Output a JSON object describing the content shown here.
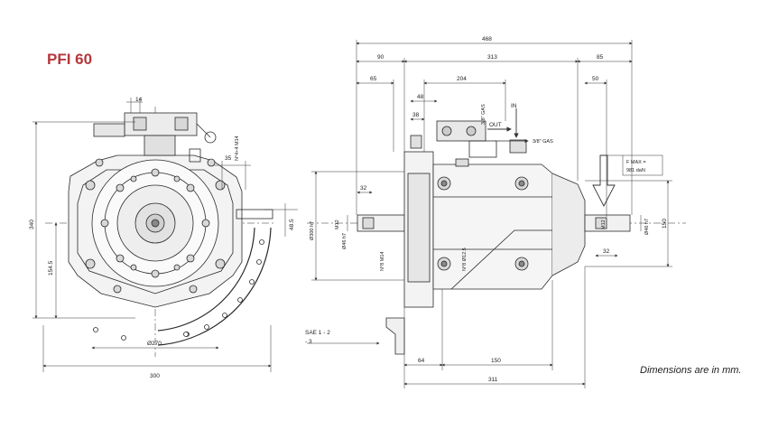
{
  "title": "PFI 60",
  "footnote": "Dimensions are in mm.",
  "colors": {
    "title": "#b5373c",
    "line": "#2a2a2a",
    "dim": "#333333"
  },
  "front_view": {
    "dims": {
      "d14": "14",
      "d35": "35",
      "thread": "N°4+4 M14",
      "d48_5": "48.5",
      "d340": "340",
      "d154_5": "154.5",
      "d270": "Ø270",
      "d300": "300"
    }
  },
  "side_view": {
    "dims": {
      "d468": "468",
      "d90": "90",
      "d313": "313",
      "d85": "85",
      "d65": "65",
      "d204": "204",
      "d50": "50",
      "d48": "48",
      "d38": "38",
      "d32_left": "32",
      "m12_left": "M12",
      "d300h7": "Ø300 h7",
      "shaft_left": "Ø46 h7",
      "thread_left": "N°8 M14",
      "thread_right": "N°8 Ø12.5",
      "m12_right": "M12",
      "shaft_right": "Ø46 h7",
      "d150_right": "150",
      "d32_right": "32",
      "d64": "64",
      "d150_bottom": "150",
      "d311": "311"
    },
    "labels": {
      "in": "IN",
      "out": "OUT",
      "gas_top": "3/8\" GAS",
      "gas_side": "3/8\" GAS",
      "fmax_line1": "F MAX =",
      "fmax_line2": "981 daN",
      "sae_line1": "SAE 1 - 2",
      "sae_line2": "- 3"
    }
  }
}
